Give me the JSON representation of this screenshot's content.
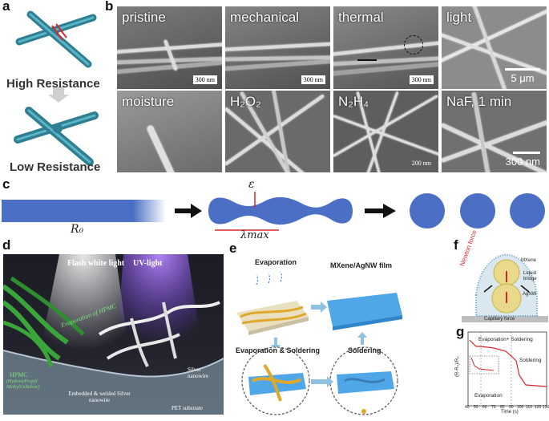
{
  "panel_a": {
    "label": "a",
    "top_caption": "High Resistance",
    "bottom_caption": "Low Resistance"
  },
  "panel_b": {
    "label": "b",
    "tiles": [
      {
        "label": "pristine",
        "scale": "300 nm"
      },
      {
        "label": "mechanical",
        "scale": "300 nm"
      },
      {
        "label": "thermal",
        "scale": "300 nm"
      },
      {
        "label": "light",
        "scale": "5 μm"
      },
      {
        "label": "moisture",
        "scale": ""
      },
      {
        "label": "H₂O₂",
        "scale": ""
      },
      {
        "label": "N₂H₄",
        "scale": "200 nm"
      },
      {
        "label": "NaF, 1 min",
        "scale": "300 nm"
      }
    ]
  },
  "panel_c": {
    "label": "c",
    "r0": "R₀",
    "epsilon": "ε",
    "lambda_max": "λmax"
  },
  "panel_d": {
    "label": "d",
    "flash": "Flash white light",
    "uv": "UV-light",
    "evap": "Evaporation of HPMC",
    "hpmc": "HPMC",
    "hpmc_sub": "(HydroxyPropyl MethylCellulose)",
    "silver": "Silver nanowire",
    "embedded": "Embedded & welded Silver nanowire",
    "pet": "PET substrate"
  },
  "panel_e": {
    "label": "e",
    "evaporation": "Evaporation",
    "film": "MXene/AgNW film",
    "evap_solder": "Evaporation & Soldering",
    "soldering": "Soldering"
  },
  "panel_f": {
    "label": "f",
    "newton": "Newton force",
    "mxene": "MXene",
    "liquid": "Liquid bridge",
    "agnw": "AgNW",
    "capillary": "Capillary force"
  },
  "panel_g": {
    "label": "g",
    "ylabel": "(R-R₀)/R₀",
    "xlabel": "Time (s)",
    "ann_evap_solder": "Evaporation+ Soldering",
    "ann_solder": "Soldering",
    "ann_evap": "Evaporation",
    "xticks": [
      "40",
      "50",
      "60",
      "70",
      "80",
      "90",
      "100",
      "110",
      "120",
      "130"
    ]
  },
  "colors": {
    "wire_blue": "#3e8fa3",
    "shape_blue": "#4a6fc4",
    "curve_red": "#d9262b",
    "hpmc_green": "#3aa53a"
  }
}
